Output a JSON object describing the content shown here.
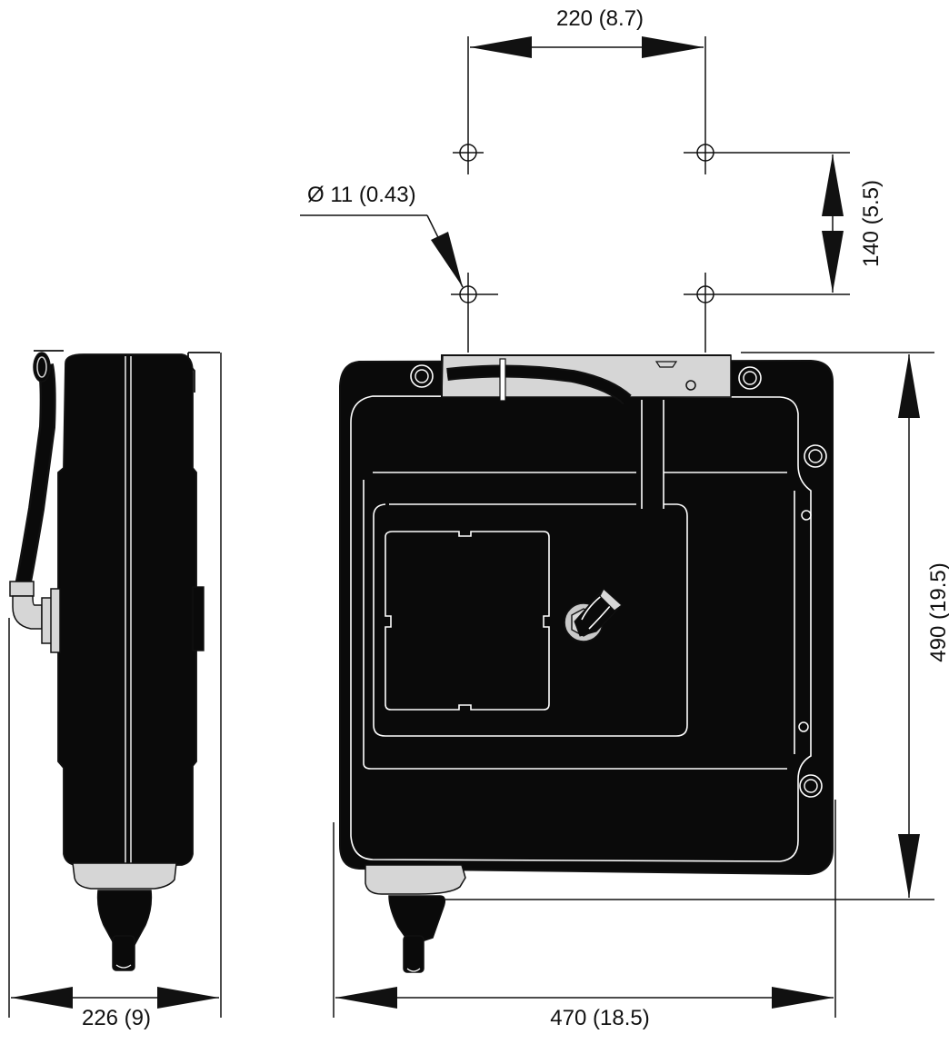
{
  "dimensions": {
    "hole_spacing_horizontal": "220 (8.7)",
    "hole_spacing_vertical": "140 (5.5)",
    "hole_diameter": "Ø 11 (0.43)",
    "height": "490 (19.5)",
    "front_width": "470 (18.5)",
    "side_depth": "226 (9)"
  },
  "colors": {
    "ink": "#111111",
    "body": "#0a0a0a",
    "bracket": "#d6d6d6",
    "outline_light": "#ffffff"
  }
}
